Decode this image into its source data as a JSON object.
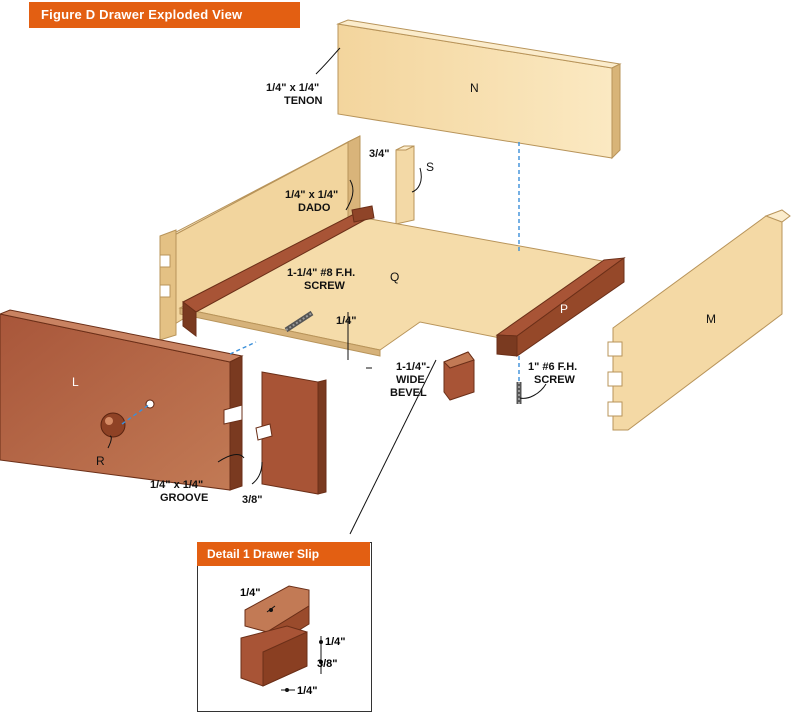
{
  "figure_title": "Figure D  Drawer Exploded View",
  "detail_title": "Detail 1  Drawer Slip",
  "parts": {
    "N": "N",
    "M": "M",
    "L": "L",
    "P": "P",
    "Q": "Q",
    "S": "S",
    "R": "R"
  },
  "callouts": {
    "tenon_line1": "1/4\" x 1/4\"",
    "tenon_line2": "TENON",
    "three_quarter": "3/4\"",
    "dado_line1": "1/4\" x 1/4\"",
    "dado_line2": "DADO",
    "screw8_line1": "1-1/4\" #8 F.H.",
    "screw8_line2": "SCREW",
    "quarter_thick": "1/4\"",
    "bevel_line1": "1-1/4\"-",
    "bevel_line2": "WIDE",
    "bevel_line3": "BEVEL",
    "screw6_line1": "1\" #6 F.H.",
    "screw6_line2": "SCREW",
    "groove_line1": "1/4\" x 1/4\"",
    "groove_line2": "GROOVE",
    "three_eighths": "3/8\""
  },
  "detail_dims": {
    "top": "1/4\"",
    "right_top": "1/4\"",
    "right_mid": "3/8\"",
    "bottom": "1/4\""
  },
  "colors": {
    "banner": "#e35f12",
    "pine_light": "#f6dfad",
    "pine_mid": "#e9c889",
    "pine_dark": "#cfa864",
    "cherry_light": "#b4613f",
    "cherry_mid": "#9a4b2c",
    "cherry_dark": "#7a3a20",
    "guide_line": "#3b8fd9"
  }
}
